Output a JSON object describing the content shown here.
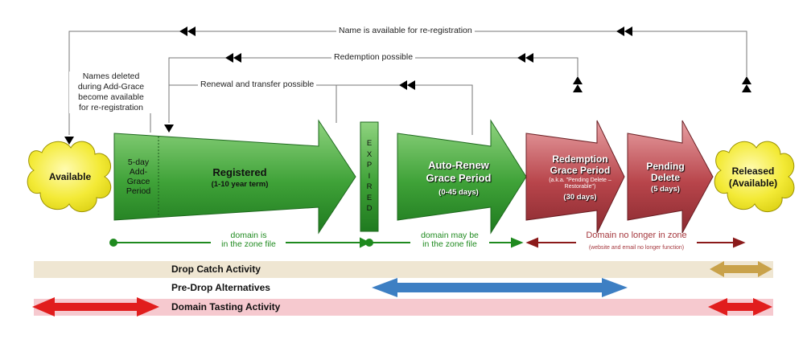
{
  "top_arrows": {
    "reregistration": "Name is available for re-registration",
    "redemption": "Redemption possible",
    "renewal": "Renewal and transfer possible"
  },
  "add_grace_note": [
    "Names deleted",
    "during Add-Grace",
    "become available",
    "for re-registration"
  ],
  "clouds": {
    "available": "Available",
    "released": [
      "Released",
      "(Available)"
    ]
  },
  "stages": {
    "add_grace": [
      "5-day",
      "Add-",
      "Grace",
      "Period"
    ],
    "registered": {
      "title": "Registered",
      "sub": "(1-10 year term)"
    },
    "expired": [
      "E",
      "X",
      "P",
      "I",
      "R",
      "E",
      "D"
    ],
    "auto_renew": {
      "title": [
        "Auto-Renew",
        "Grace Period"
      ],
      "sub": "(0-45 days)"
    },
    "redemption": {
      "title": [
        "Redemption",
        "Grace Period"
      ],
      "aka": [
        "(a.k.a. \"Pending Delete –",
        "Restorable\")"
      ],
      "sub": "(30 days)"
    },
    "pending": {
      "title": [
        "Pending",
        "Delete"
      ],
      "sub": "(5 days)"
    }
  },
  "zone": {
    "in_zone": [
      "domain is",
      "in the zone file"
    ],
    "may_be": [
      "domain may be",
      "in the zone file"
    ],
    "no_longer": "Domain no longer in zone",
    "no_longer_sub": "(website and email no longer function)"
  },
  "bands": {
    "drop_catch": "Drop Catch Activity",
    "pre_drop": "Pre-Drop Alternatives",
    "tasting": "Domain Tasting Activity"
  },
  "colors": {
    "green": "#3a9b35",
    "red": "#a5383e",
    "cloud": "#f4ec3a",
    "drop_catch_band": "#efe6d2",
    "tasting_band": "#f6c9cf",
    "gold_arrow": "#c9a24a",
    "blue_arrow": "#3d7fc3",
    "red_arrow": "#e11d1d",
    "dark_green_line": "#1f8a1f",
    "dark_red_line": "#8b1a1a"
  }
}
